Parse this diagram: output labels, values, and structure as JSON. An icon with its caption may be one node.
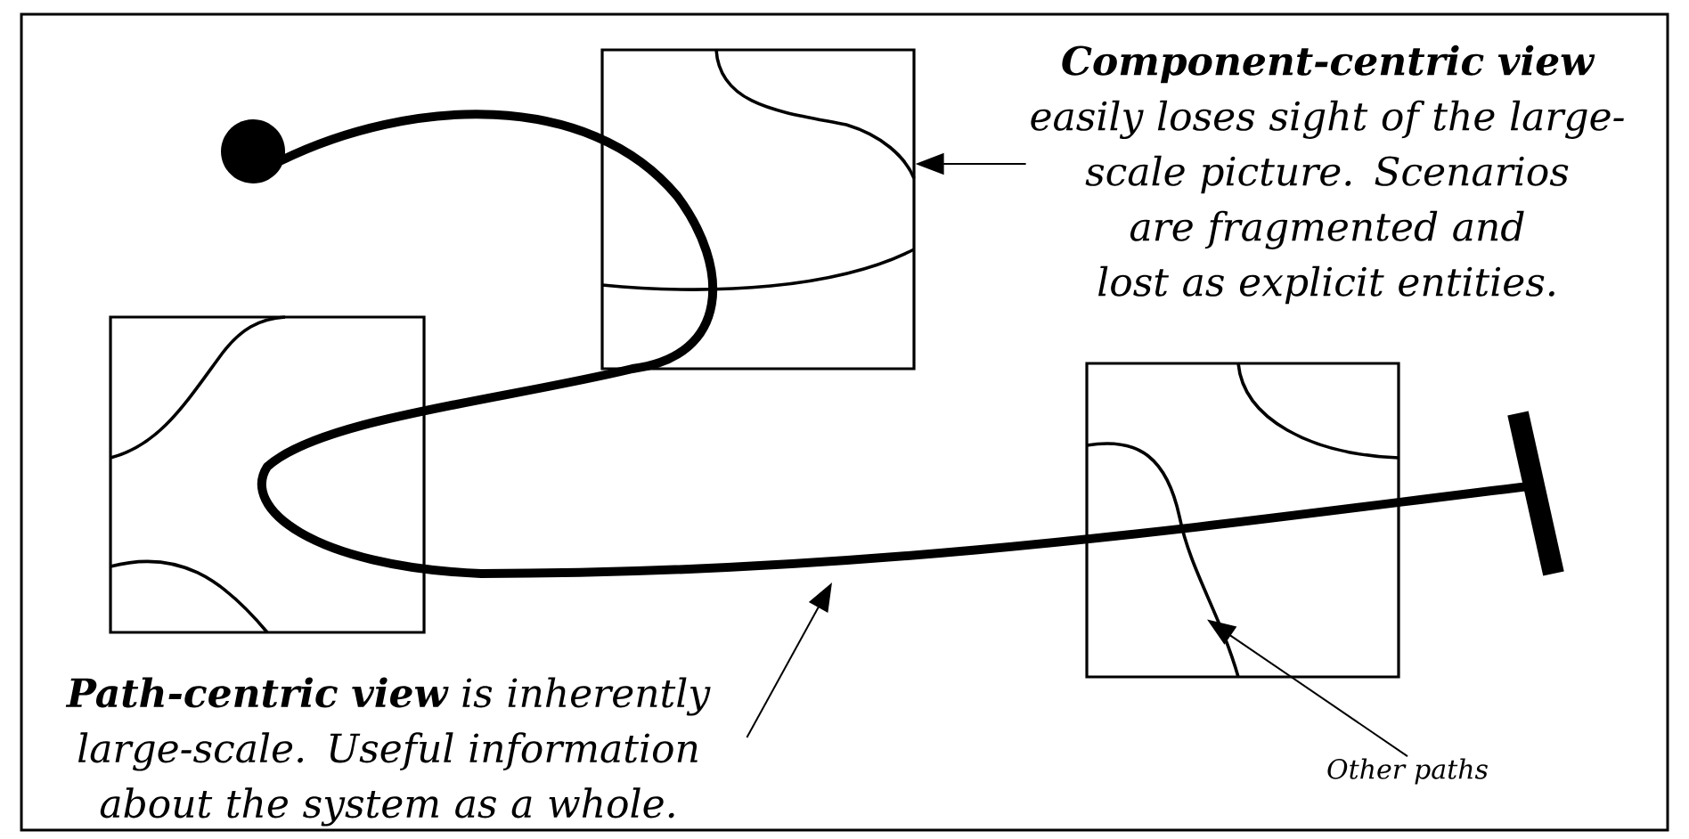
{
  "diagram": {
    "nodes": [
      {
        "text": [],
        "shape": "box"
      },
      {
        "text": [],
        "shape": "box"
      },
      {
        "text": [],
        "shape": "box"
      },
      {
        "text": [
          "Component-centric view",
          "easily loses sight of the large-scale picture. Scenarios are fragmented and lost as explicit entities."
        ]
      },
      {
        "text": [
          "**Path-centric view** is inherently large-scale. Useful information about the system as a whole."
        ]
      },
      {
        "text": [
          "Other paths"
        ]
      }
    ],
    "edges": [
      {
        "from": 3,
        "to": 0,
        "arrow": "to"
      },
      {
        "from": 4,
        "to": null,
        "arrow": "to"
      },
      {
        "from": 5,
        "to": 2,
        "arrow": "to"
      }
    ]
  }
}
